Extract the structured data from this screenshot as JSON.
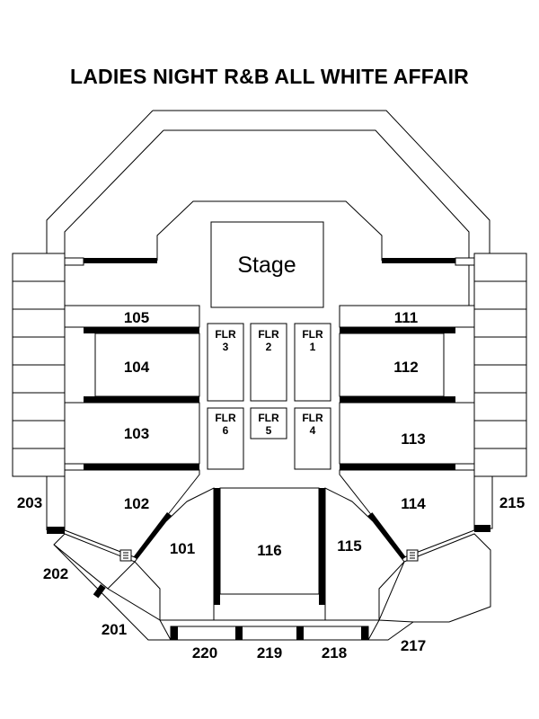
{
  "title": "LADIES NIGHT R&B ALL WHITE AFFAIR",
  "stage_label": "Stage",
  "sections": {
    "s101": "101",
    "s102": "102",
    "s103": "103",
    "s104": "104",
    "s105": "105",
    "s111": "111",
    "s112": "112",
    "s113": "113",
    "s114": "114",
    "s115": "115",
    "s116": "116",
    "s201": "201",
    "s202": "202",
    "s203": "203",
    "s215": "215",
    "s217": "217",
    "s218": "218",
    "s219": "219",
    "s220": "220"
  },
  "floor": {
    "flr1": [
      "FLR",
      "1"
    ],
    "flr2": [
      "FLR",
      "2"
    ],
    "flr3": [
      "FLR",
      "3"
    ],
    "flr4": [
      "FLR",
      "4"
    ],
    "flr5": [
      "FLR",
      "5"
    ],
    "flr6": [
      "FLR",
      "6"
    ]
  }
}
